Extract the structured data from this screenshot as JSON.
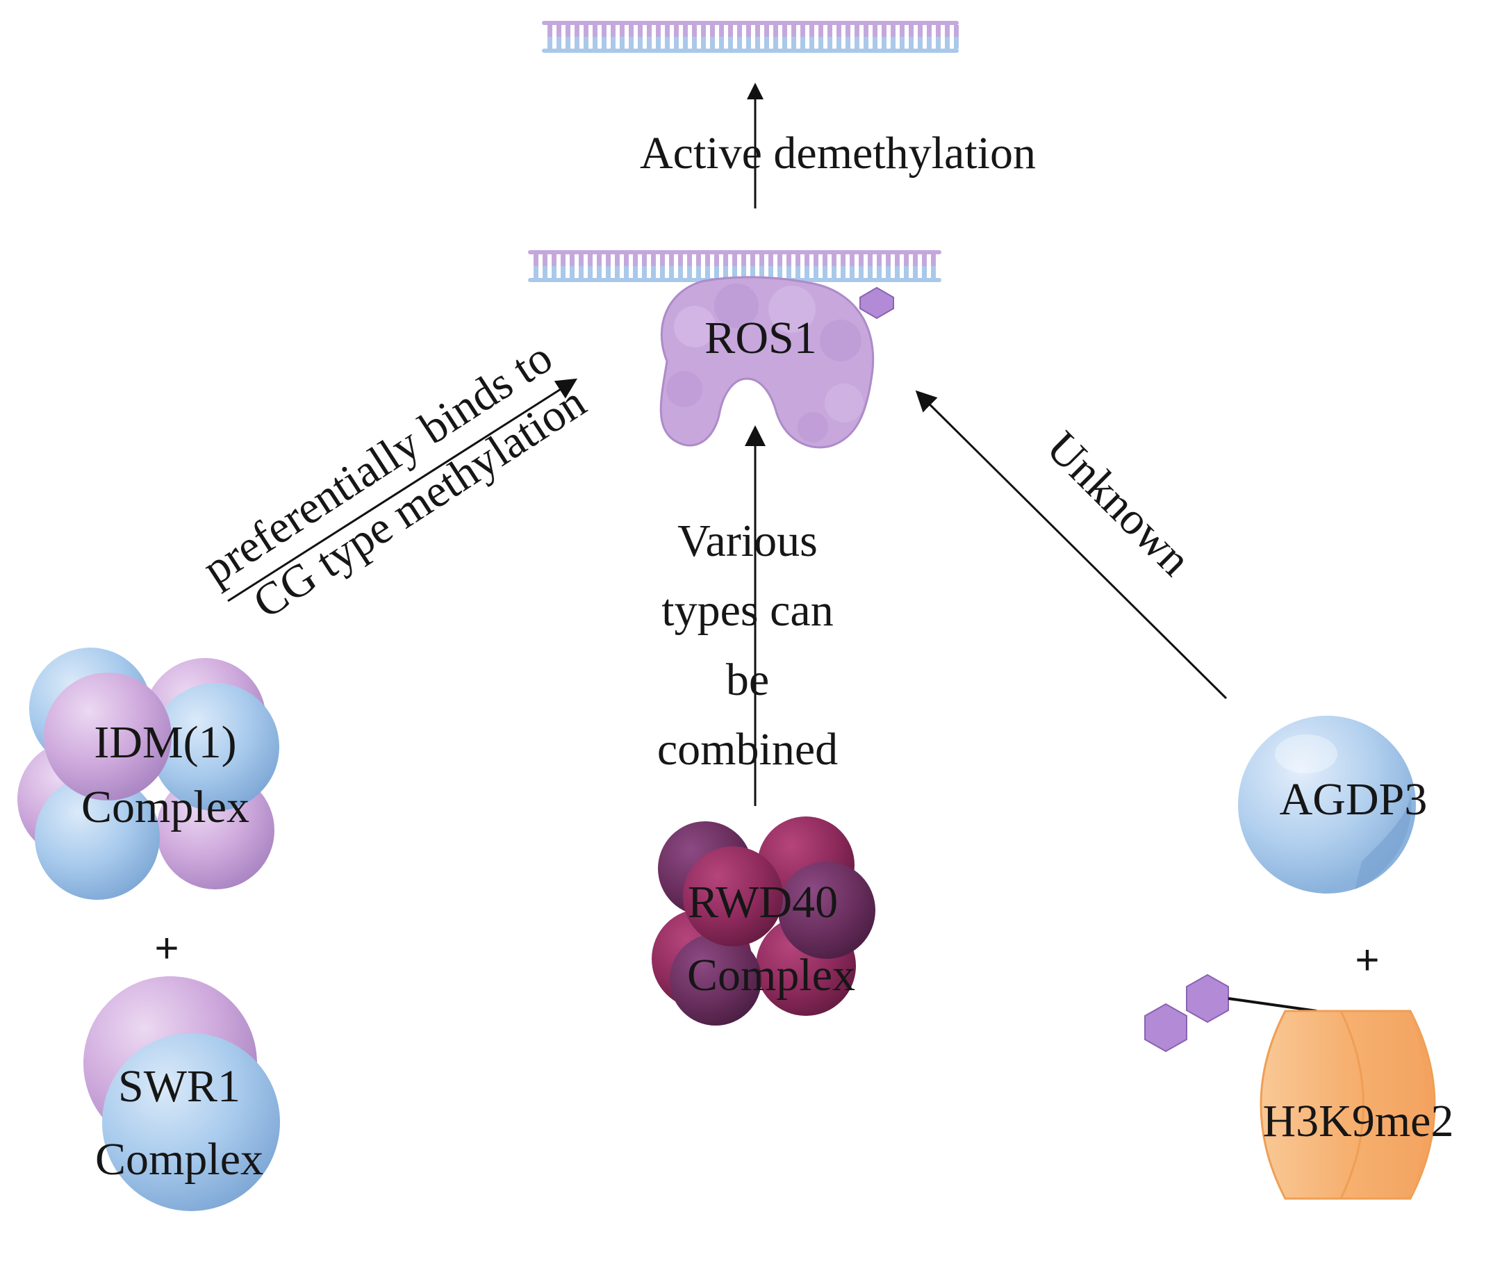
{
  "labels": {
    "active_demethylation": "Active demethylation",
    "ros1": "ROS1",
    "preferential_line1": "preferentially binds to",
    "preferential_line2": "CG type methylation",
    "various_line1": "Various",
    "various_line2": "types can",
    "various_line3": "be",
    "various_line4": "combined",
    "unknown": "Unknown",
    "idm_line1": "IDM(1)",
    "idm_line2": "Complex",
    "swr1_line1": "SWR1",
    "swr1_line2": "Complex",
    "rwd40_line1": "RWD40",
    "rwd40_line2": "Complex",
    "agdp3": "AGDP3",
    "h3k9me2": "H3K9me2",
    "plus_left": "+",
    "plus_right": "+"
  },
  "colors": {
    "dna_purple": "#c4a8dc",
    "dna_blue": "#a9c8ea",
    "ros1_purple": "#c7a7dc",
    "methyl_purple": "#b38ad6",
    "protein_blue": "#a9cbed",
    "protein_lilac": "#cfaadd",
    "rwd_crimson": "#8e2a5c",
    "rwd_plum": "#6a2f5e",
    "histone_orange": "#f7b67a",
    "arrow": "#111111"
  },
  "icons": [
    "dna-double-helix-icon",
    "methyl-group-hexagon-icon",
    "protein-complex-icon",
    "nucleosome-icon"
  ]
}
